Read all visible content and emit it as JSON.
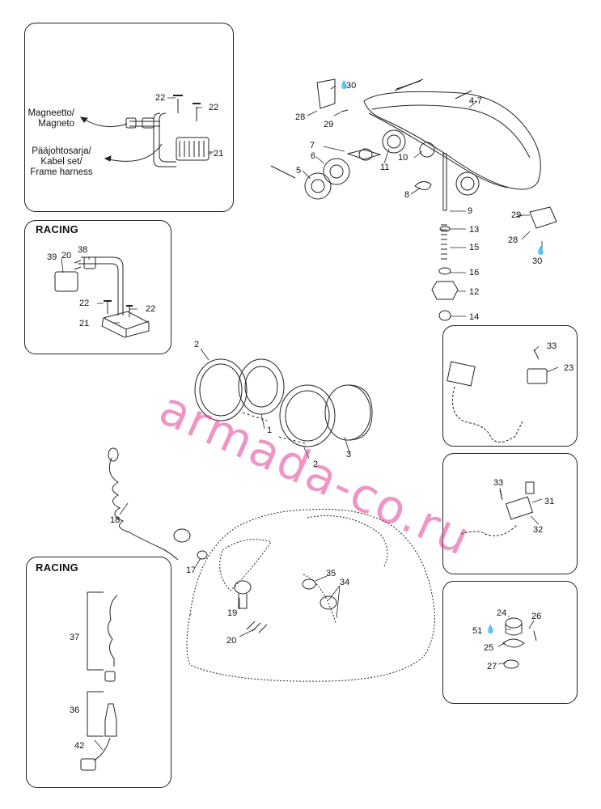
{
  "panels": {
    "regulator_title": "",
    "racing_top_title": "RACING",
    "racing_bottom_title": "RACING"
  },
  "notes": {
    "magneto": [
      "Magneetto/",
      "Magneto"
    ],
    "frame_harness": [
      "Pääjohtosarja/",
      "Kabel set/",
      "Frame harness"
    ]
  },
  "callouts": {
    "c22a": "22",
    "c22b": "22",
    "c21a": "21",
    "c39": "39",
    "c20a": "20",
    "c38": "38",
    "c22c": "22",
    "c22d": "22",
    "c21b": "21",
    "c30a": "30",
    "c28a": "28",
    "c29a": "29",
    "c4_7": "4-7",
    "c7": "7",
    "c6": "6",
    "c5": "5",
    "c11": "11",
    "c10": "10",
    "c8": "8",
    "c9": "9",
    "c13": "13",
    "c15": "15",
    "c16": "16",
    "c12": "12",
    "c14": "14",
    "c29b": "29",
    "c28b": "28",
    "c30b": "30",
    "c2a": "2",
    "c1": "1",
    "c2b": "2",
    "c3": "3",
    "c33a": "33",
    "c23": "23",
    "c33b": "33",
    "c31": "31",
    "c32": "32",
    "c18": "18",
    "c17": "17",
    "c35": "35",
    "c34": "34",
    "c19": "19",
    "c20b": "20",
    "c24": "24",
    "c51": "51",
    "c26": "26",
    "c25": "25",
    "c27": "27",
    "c37": "37",
    "c36": "36",
    "c42": "42"
  },
  "watermark": "armada-co.ru",
  "colors": {
    "line": "#222222",
    "watermark": "#e23c96"
  }
}
